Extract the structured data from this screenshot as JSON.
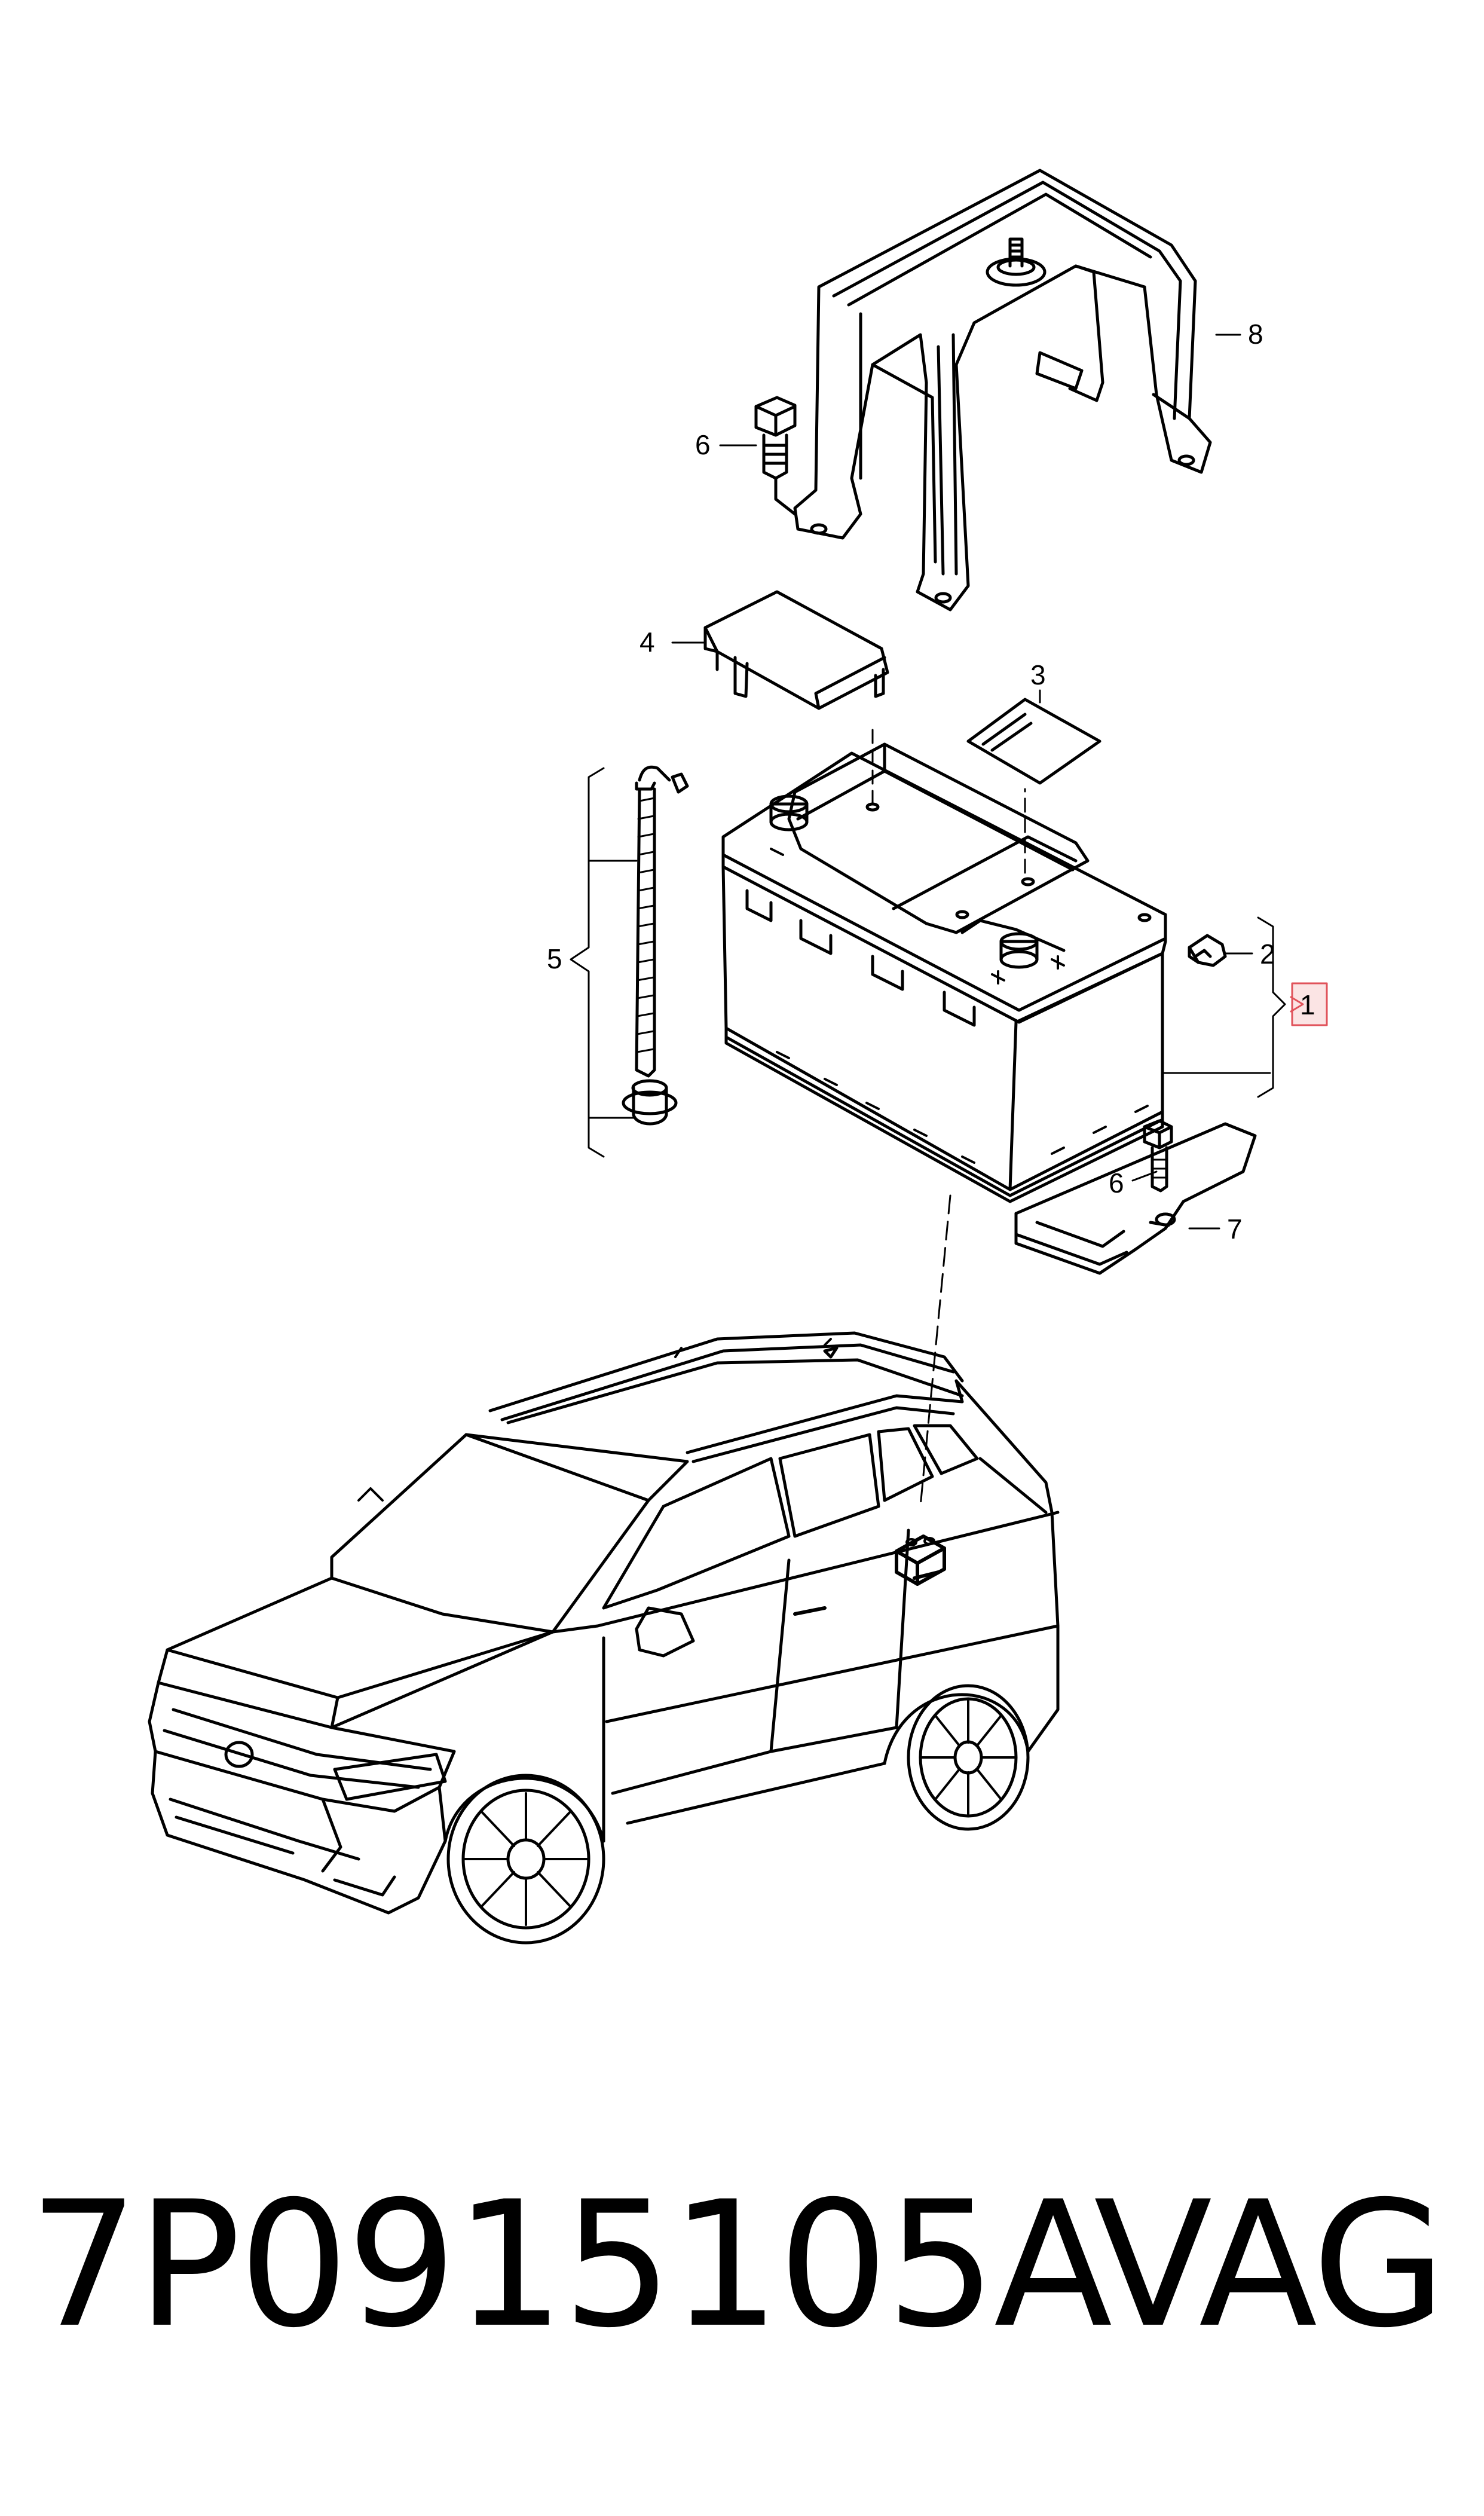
{
  "callouts": {
    "c1": "1",
    "c2": "2",
    "c3": "3",
    "c4": "4",
    "c5": "5",
    "c6a": "6",
    "c6b": "6",
    "c7": "7",
    "c8": "8"
  },
  "footer": {
    "part_number": "7P0915105A",
    "brand": "VAG"
  },
  "colors": {
    "line": "#000000",
    "highlight_box": "#e0525a",
    "highlight_fill": "#fbe4e4"
  }
}
